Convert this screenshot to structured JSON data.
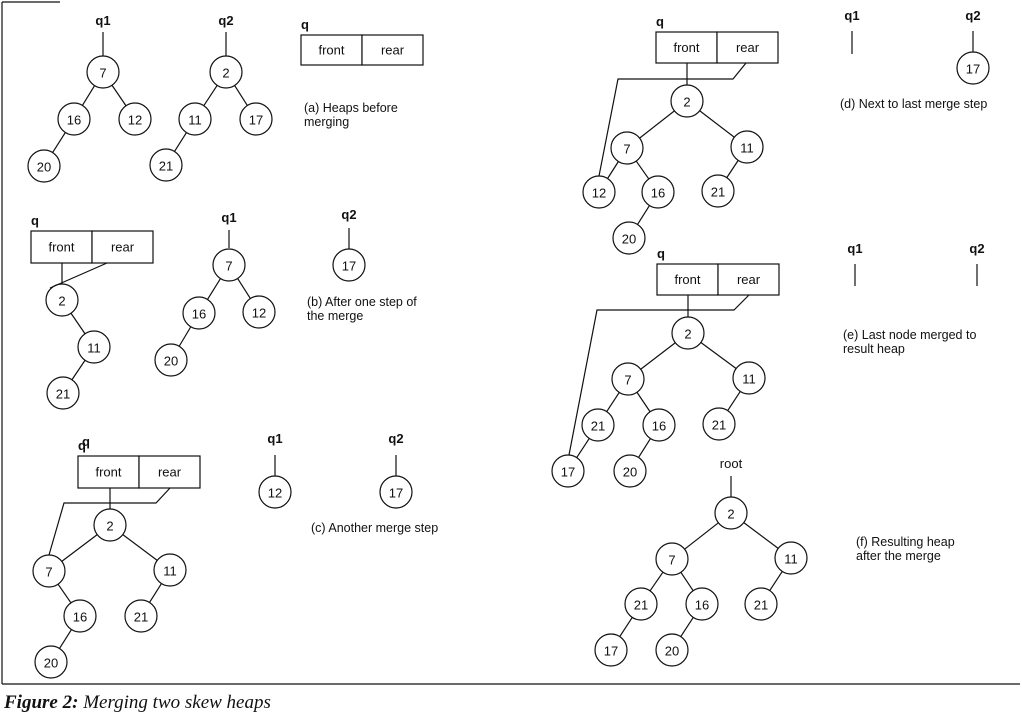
{
  "figure": {
    "number_label": "Figure 2:",
    "title": "Merging two skew heaps"
  },
  "queue": {
    "label": "q",
    "front": "front",
    "rear": "rear"
  },
  "pointers": {
    "q1": "q1",
    "q2": "q2",
    "root": "root"
  },
  "panels": [
    {
      "id": "a",
      "caption": [
        "(a) Heaps before",
        "merging"
      ],
      "heaps": {
        "q1": {
          "value": 7,
          "left": {
            "value": 16,
            "left": {
              "value": 20
            }
          },
          "right": {
            "value": 12
          }
        },
        "q2": {
          "value": 2,
          "left": {
            "value": 11,
            "left": {
              "value": 21
            }
          },
          "right": {
            "value": 17
          }
        },
        "q": null
      }
    },
    {
      "id": "b",
      "caption": [
        "(b) After one step of",
        "the merge"
      ],
      "heaps": {
        "q": {
          "value": 2,
          "right": {
            "value": 11,
            "left": {
              "value": 21
            }
          }
        },
        "q1": {
          "value": 7,
          "left": {
            "value": 16,
            "left": {
              "value": 20
            }
          },
          "right": {
            "value": 12
          }
        },
        "q2": {
          "value": 17
        }
      },
      "rear_points_to": 2
    },
    {
      "id": "c",
      "caption": [
        "(c) Another merge step"
      ],
      "heaps": {
        "q": {
          "value": 2,
          "left": {
            "value": 7,
            "right": {
              "value": 16,
              "left": {
                "value": 20
              }
            }
          },
          "right": {
            "value": 11,
            "left": {
              "value": 21
            }
          }
        },
        "q1": {
          "value": 12
        },
        "q2": {
          "value": 17
        }
      },
      "rear_points_to": 7
    },
    {
      "id": "d",
      "caption": [
        "(d) Next to last merge step"
      ],
      "heaps": {
        "q": {
          "value": 2,
          "left": {
            "value": 7,
            "left": {
              "value": 12
            },
            "right": {
              "value": 16,
              "left": {
                "value": 20
              }
            }
          },
          "right": {
            "value": 11,
            "left": {
              "value": 21
            }
          }
        },
        "q1": null,
        "q2": {
          "value": 17
        }
      },
      "rear_points_to": 12
    },
    {
      "id": "e",
      "caption": [
        "(e) Last node merged to",
        "result heap"
      ],
      "heaps": {
        "q": {
          "value": 2,
          "left": {
            "value": 7,
            "left": {
              "value": 21,
              "left": {
                "value": 17
              }
            },
            "right": {
              "value": 16,
              "left": {
                "value": 20
              }
            }
          },
          "right": {
            "value": 11,
            "left": {
              "value": 21
            }
          }
        },
        "q1": null,
        "q2": null
      },
      "rear_points_to": 17
    },
    {
      "id": "f",
      "caption": [
        "(f) Resulting heap",
        "after the merge"
      ],
      "heaps": {
        "root": {
          "value": 2,
          "left": {
            "value": 7,
            "left": {
              "value": 21,
              "left": {
                "value": 17
              }
            },
            "right": {
              "value": 16,
              "left": {
                "value": 20
              }
            }
          },
          "right": {
            "value": 11,
            "left": {
              "value": 21
            }
          }
        }
      }
    }
  ]
}
